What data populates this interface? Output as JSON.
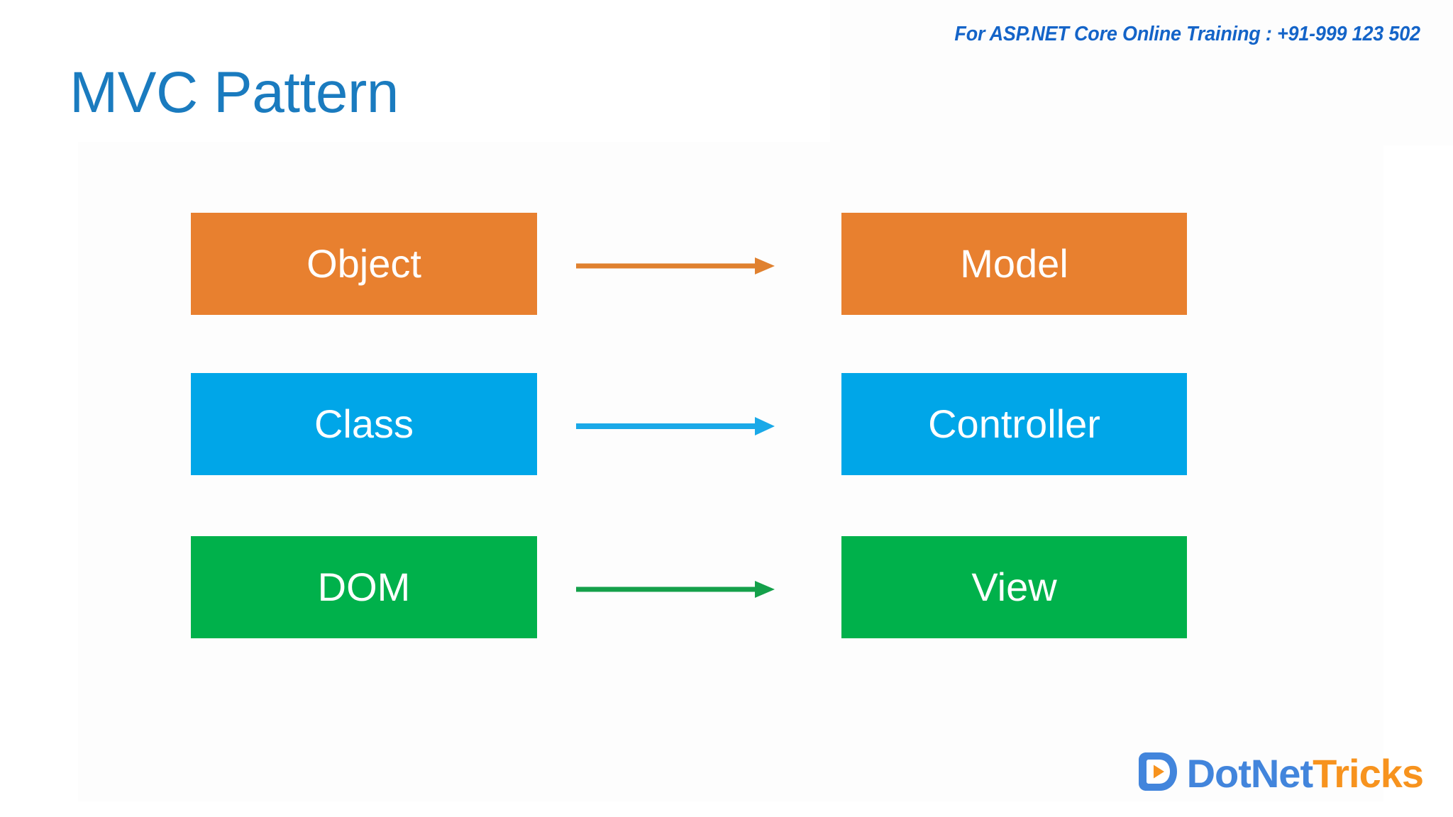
{
  "slide": {
    "title": "MVC Pattern",
    "training_line": "For ASP.NET Core Online Training : +91-999 123 502",
    "background": "#ffffff",
    "title_color": "#1a7bbf",
    "training_line_color": "#1464c8"
  },
  "diagram": {
    "type": "mapping",
    "rows": [
      {
        "source": "Object",
        "target": "Model",
        "color": "#e8802f",
        "arrow_color": "#e0812f",
        "arrow_direction": "left-to-right"
      },
      {
        "source": "Class",
        "target": "Controller",
        "color": "#00a6e8",
        "arrow_color": "#1aa9e8",
        "arrow_direction": "left-to-right"
      },
      {
        "source": "DOM",
        "target": "View",
        "color": "#00b14b",
        "arrow_color": "#14a04a",
        "arrow_direction": "left-to-right"
      }
    ]
  },
  "logo": {
    "text_primary": "DotNet",
    "text_secondary": "Tricks",
    "primary_color": "#4285dc",
    "secondary_color": "#f7931e",
    "icon": "play-button-icon"
  }
}
